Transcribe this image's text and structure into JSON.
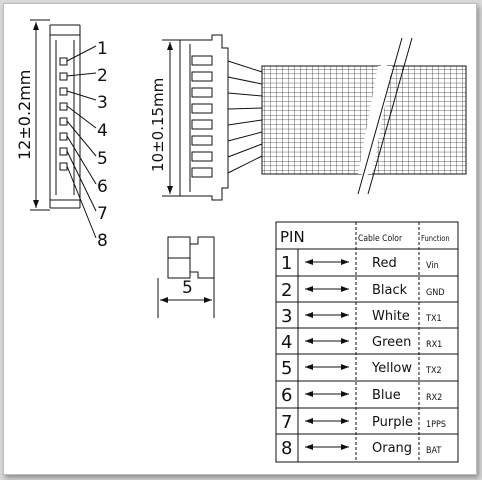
{
  "left_connector": {
    "dimension_label": "12±0.2mm",
    "pin_numbers": [
      "1",
      "2",
      "3",
      "4",
      "5",
      "6",
      "7",
      "8"
    ]
  },
  "middle_connector": {
    "dimension_label": "10±0.15mm"
  },
  "side_view": {
    "dimension_label": "5"
  },
  "pin_table": {
    "headers": {
      "pin": "PIN",
      "cable_color": "Cable Color",
      "function": "Function"
    },
    "rows": [
      {
        "pin": "1",
        "color": "Red",
        "function": "Vin"
      },
      {
        "pin": "2",
        "color": "Black",
        "function": "GND"
      },
      {
        "pin": "3",
        "color": "White",
        "function": "TX1"
      },
      {
        "pin": "4",
        "color": "Green",
        "function": "RX1"
      },
      {
        "pin": "5",
        "color": "Yellow",
        "function": "TX2"
      },
      {
        "pin": "6",
        "color": "Blue",
        "function": "RX2"
      },
      {
        "pin": "7",
        "color": "Purple",
        "function": "1PPS"
      },
      {
        "pin": "8",
        "color": "Orang",
        "function": "BAT"
      }
    ]
  },
  "colors": {
    "line": "#111111",
    "paper": "#ffffff",
    "frame": "#d9d9d9"
  }
}
